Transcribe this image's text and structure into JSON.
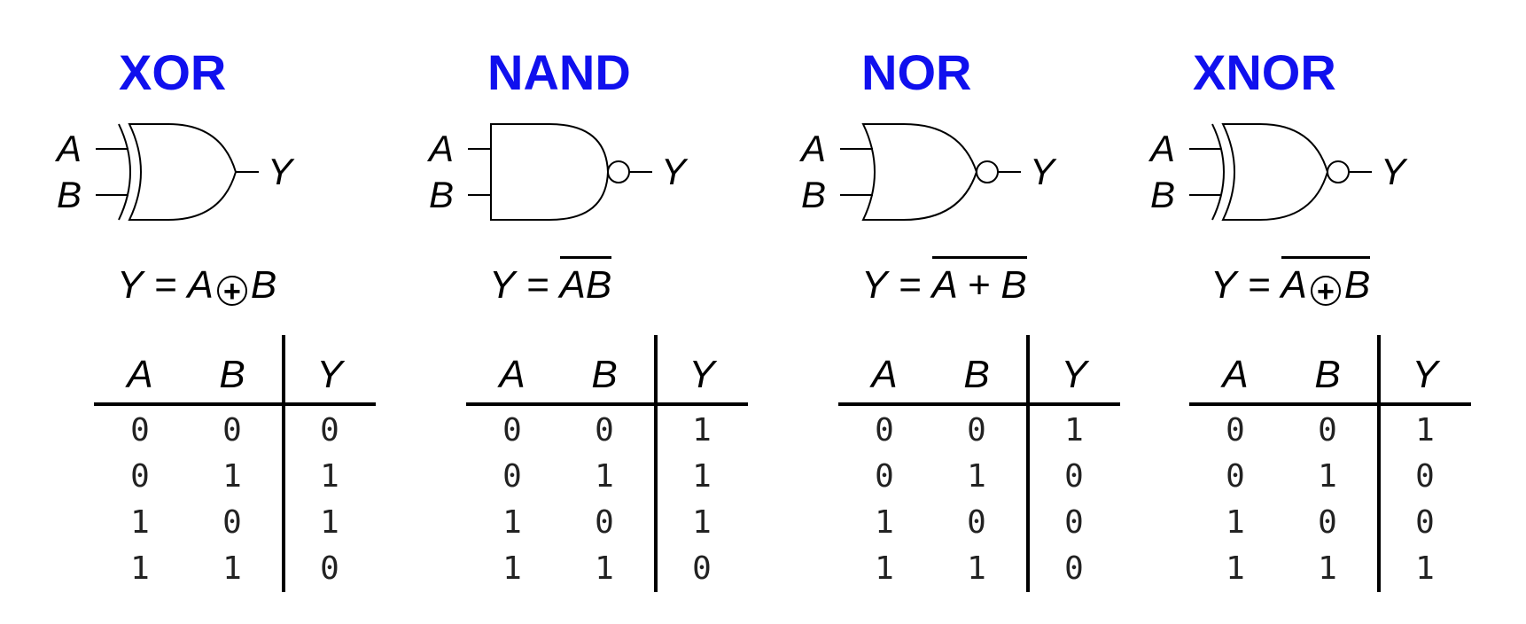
{
  "gates": [
    {
      "id": "xor",
      "title": "XOR",
      "inputs": [
        "A",
        "B"
      ],
      "output": "Y",
      "equation": {
        "lhs": "Y",
        "eq": "=",
        "a": "A",
        "op": "+",
        "b": "B"
      },
      "table": {
        "headers": [
          "A",
          "B",
          "Y"
        ],
        "rows": [
          [
            "0",
            "0",
            "0"
          ],
          [
            "0",
            "1",
            "1"
          ],
          [
            "1",
            "0",
            "1"
          ],
          [
            "1",
            "1",
            "0"
          ]
        ]
      }
    },
    {
      "id": "nand",
      "title": "NAND",
      "inputs": [
        "A",
        "B"
      ],
      "output": "Y",
      "equation": {
        "lhs": "Y",
        "eq": "=",
        "expr": "AB"
      },
      "table": {
        "headers": [
          "A",
          "B",
          "Y"
        ],
        "rows": [
          [
            "0",
            "0",
            "1"
          ],
          [
            "0",
            "1",
            "1"
          ],
          [
            "1",
            "0",
            "1"
          ],
          [
            "1",
            "1",
            "0"
          ]
        ]
      }
    },
    {
      "id": "nor",
      "title": "NOR",
      "inputs": [
        "A",
        "B"
      ],
      "output": "Y",
      "equation": {
        "lhs": "Y",
        "eq": "=",
        "expr": "A + B"
      },
      "table": {
        "headers": [
          "A",
          "B",
          "Y"
        ],
        "rows": [
          [
            "0",
            "0",
            "1"
          ],
          [
            "0",
            "1",
            "0"
          ],
          [
            "1",
            "0",
            "0"
          ],
          [
            "1",
            "1",
            "0"
          ]
        ]
      }
    },
    {
      "id": "xnor",
      "title": "XNOR",
      "inputs": [
        "A",
        "B"
      ],
      "output": "Y",
      "equation": {
        "lhs": "Y",
        "eq": "=",
        "a": "A",
        "op": "+",
        "b": "B"
      },
      "table": {
        "headers": [
          "A",
          "B",
          "Y"
        ],
        "rows": [
          [
            "0",
            "0",
            "1"
          ],
          [
            "0",
            "1",
            "0"
          ],
          [
            "1",
            "0",
            "0"
          ],
          [
            "1",
            "1",
            "1"
          ]
        ]
      }
    }
  ],
  "colors": {
    "title": "#1010ee",
    "line": "#000000"
  }
}
